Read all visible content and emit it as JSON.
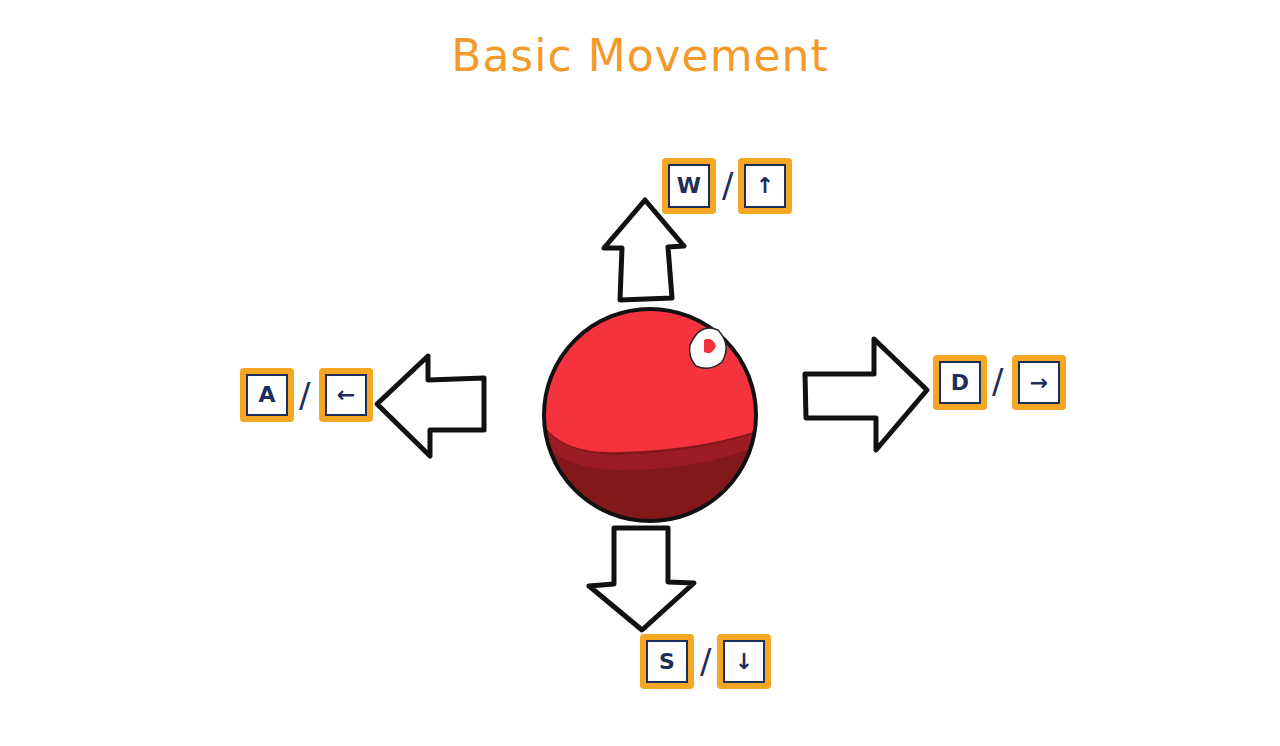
{
  "diagram": {
    "title": "Basic Movement",
    "nodes": [
      {
        "text": [
          "W"
        ]
      },
      {
        "text": [
          "↑"
        ]
      },
      {
        "text": [
          "A"
        ]
      },
      {
        "text": [
          "←"
        ]
      },
      {
        "text": [
          "D"
        ]
      },
      {
        "text": [
          "→"
        ]
      },
      {
        "text": [
          "S"
        ]
      },
      {
        "text": [
          "↓"
        ]
      }
    ],
    "labels": [
      "/",
      "/",
      "/",
      "/"
    ]
  }
}
